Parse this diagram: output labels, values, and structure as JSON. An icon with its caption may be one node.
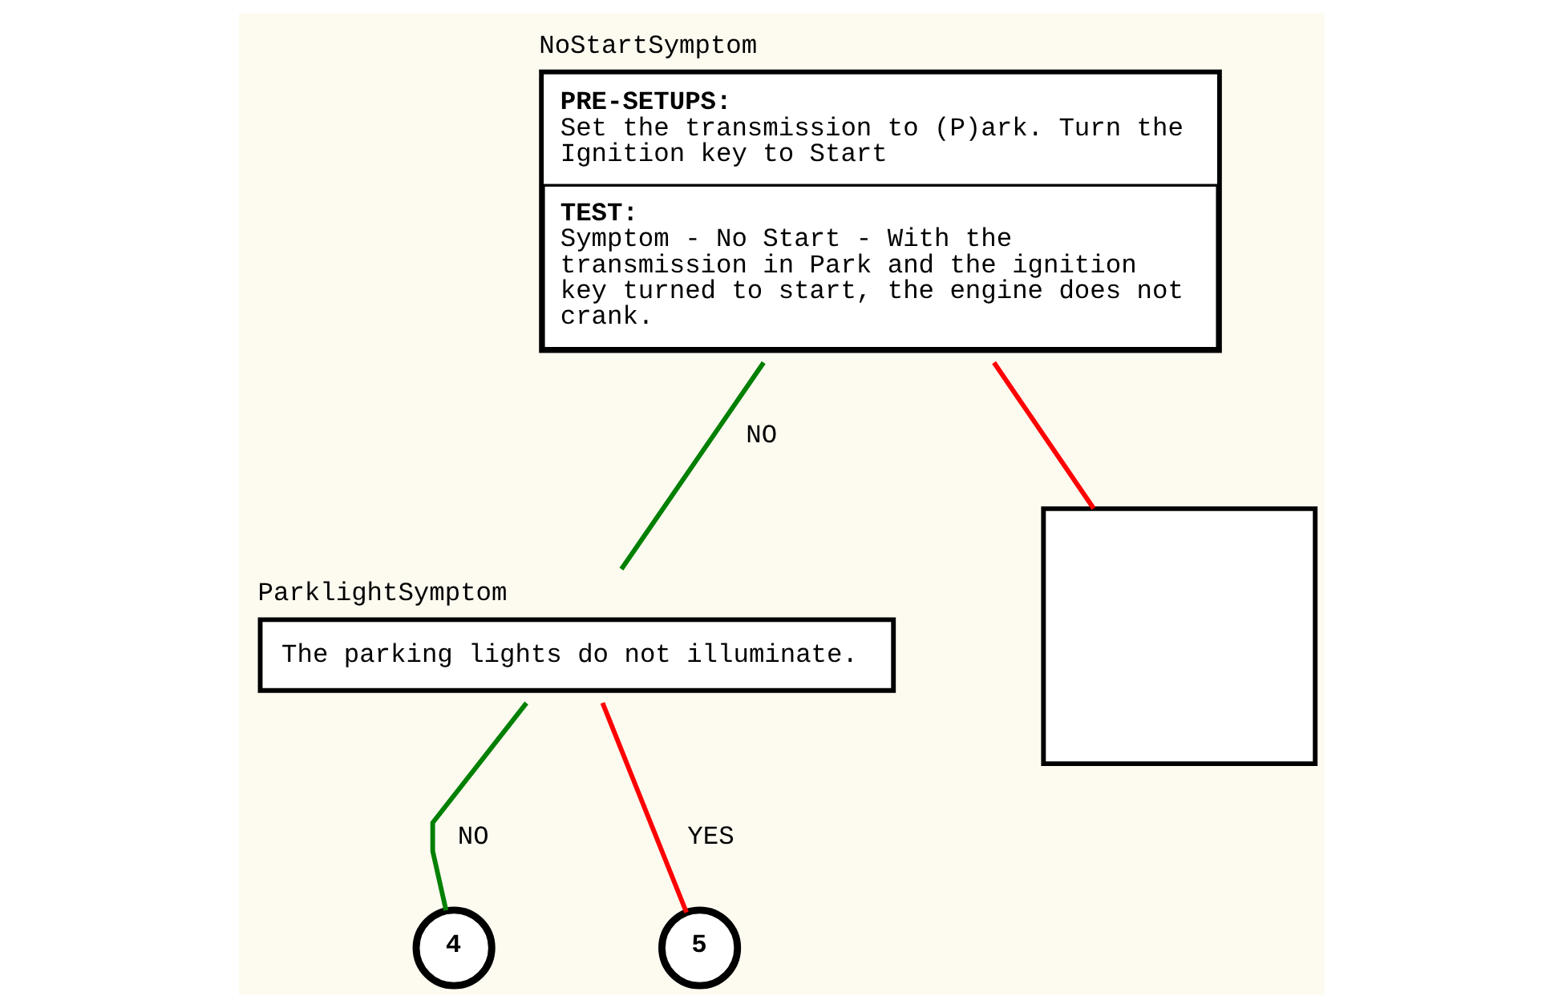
{
  "diagram": {
    "nodes": [
      {
        "text": [
          "PRE-SETUPS:",
          "Set the transmission to (P)ark. Turn the Ignition key to Start",
          "TEST:",
          "Symptom - No Start - With the transmission in Park and the ignition key turned to start, the engine does not crank."
        ],
        "beside": [
          "NoStartSymptom"
        ]
      },
      {
        "text": [
          "The parking lights do not illuminate."
        ],
        "beside": [
          "ParklightSymptom"
        ]
      },
      {
        "text": [],
        "shape": "box"
      },
      {
        "text": [
          "4"
        ]
      },
      {
        "text": [
          "5"
        ]
      }
    ],
    "edges": [
      {
        "from": 0,
        "to": 1,
        "arrow": "none",
        "label": "NO",
        "color": "#008000"
      },
      {
        "from": 0,
        "to": 2,
        "arrow": "none",
        "color": "#ff0000"
      },
      {
        "from": 1,
        "to": 3,
        "arrow": "none",
        "label": "NO",
        "color": "#008000"
      },
      {
        "from": 1,
        "to": 4,
        "arrow": "none",
        "label": "YES",
        "color": "#ff0000"
      }
    ]
  }
}
